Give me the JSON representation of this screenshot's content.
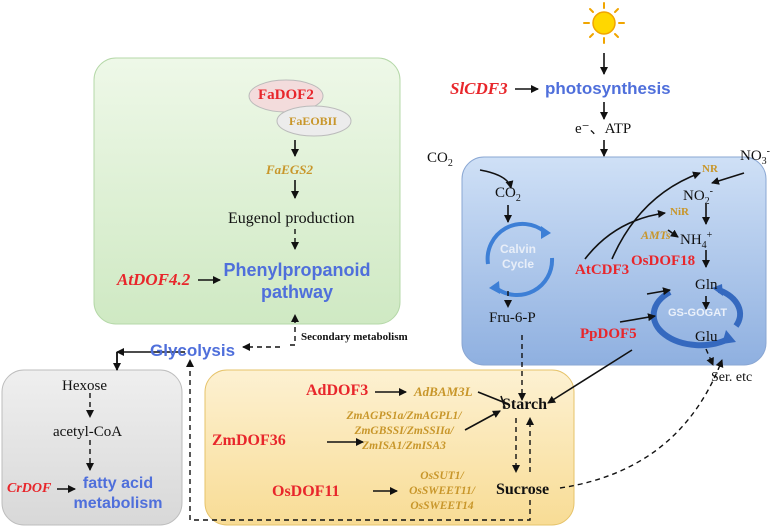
{
  "sun": {
    "icon": "sun-icon"
  },
  "genes": {
    "slcdf3": "SlCDF3",
    "fadof2": "FaDOF2",
    "faeobii": "FaEOBII",
    "faegs2": "FaEGS2",
    "atdof42": "AtDOF4.2",
    "atcdf3": "AtCDF3",
    "osdof18": "OsDOF18",
    "ppdof5": "PpDOF5",
    "addof3": "AdDOF3",
    "adbam3l": "AdBAM3L",
    "zmdof36": "ZmDOF36",
    "zm_targets": [
      "ZmAGPS1a/ZmAGPL1/",
      "ZmGBSSI/ZmSSIIa/",
      "ZmISA1/ZmISA3"
    ],
    "osdof11": "OsDOF11",
    "os_targets": [
      "OsSUT1/",
      "OsSWEET11/",
      "OsSWEET14"
    ],
    "crdof": "CrDOF",
    "nr": "NR",
    "nir": "NiR",
    "amts": "AMTs"
  },
  "processes": {
    "photosynthesis": "photosynthesis",
    "phenylpropanoid_line1": "Phenylpropanoid",
    "phenylpropanoid_line2": "pathway",
    "glycolysis": "Glycolysis",
    "fatty_line1": "fatty acid",
    "fatty_line2": "metabolism"
  },
  "labels": {
    "eatp": "e⁻、ATP",
    "co2_outer": "CO",
    "co2_inner": "CO",
    "co2_sub": "2",
    "no3": "NO",
    "no3_sub": "3",
    "no3_sup": "-",
    "no2": "NO",
    "no2_sub": "2",
    "no2_sup": "-",
    "nh4": "NH",
    "nh4_sub": "4",
    "nh4_sup": "+",
    "gln": "Gln",
    "glu": "Glu",
    "ser": "Ser. etc",
    "calvin_line1": "Calvin",
    "calvin_line2": "Cycle",
    "gsgogat": "GS-GOGAT",
    "fru6p": "Fru-6-P",
    "eugenol": "Eugenol production",
    "secondary": "Secondary metabolism",
    "hexose": "Hexose",
    "acetylcoa": "acetyl-CoA",
    "starch": "Starch",
    "sucrose": "Sucrose"
  },
  "colors": {
    "red": "#e8262b",
    "gold": "#c8962a",
    "blue": "#4f6fdb",
    "green_box": "#d5eccb",
    "blue_box": "#a9c4ea",
    "orange_box": "#fbe7b3",
    "gray_box": "#e3e3e3"
  }
}
